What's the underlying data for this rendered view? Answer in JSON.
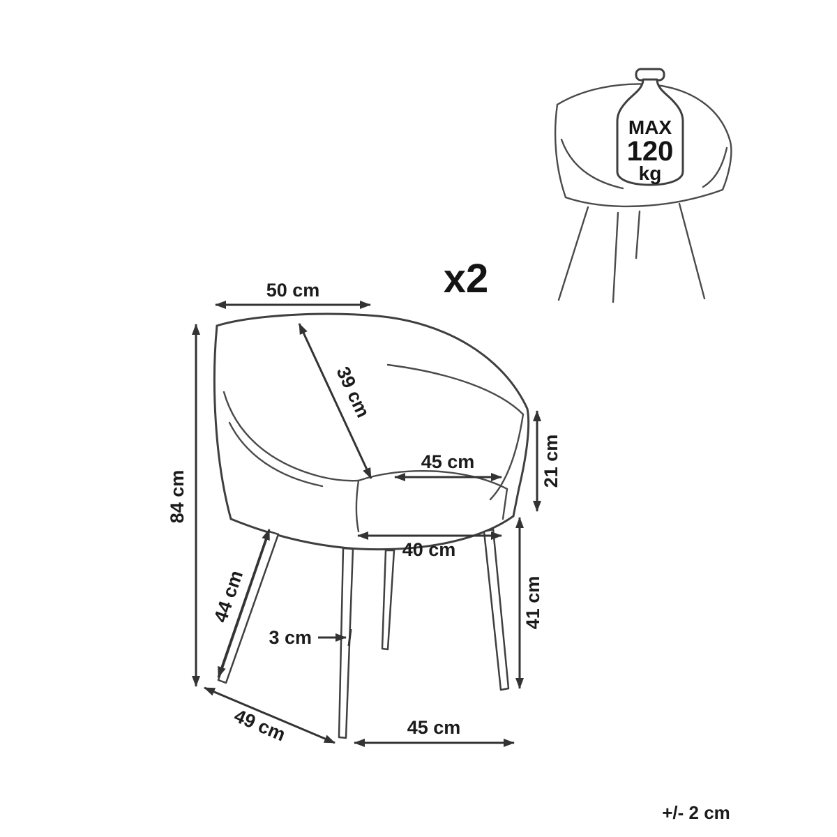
{
  "diagram": {
    "quantity": "x2",
    "tolerance": "+/- 2 cm",
    "weight_limit": {
      "max": "MAX",
      "value": "120",
      "unit": "kg"
    },
    "dimensions": {
      "top_width": "50 cm",
      "backrest_diagonal": "39 cm",
      "total_height": "84 cm",
      "seat_width": "45 cm",
      "backrest_side_height": "21 cm",
      "seat_front_width": "40 cm",
      "back_leg_length": "44 cm",
      "leg_height": "41 cm",
      "leg_thickness": "3 cm",
      "base_depth": "49 cm",
      "base_width": "45 cm"
    },
    "colors": {
      "ink": "#3f3f3f",
      "text": "#1b1b1b",
      "background": "#ffffff"
    }
  }
}
